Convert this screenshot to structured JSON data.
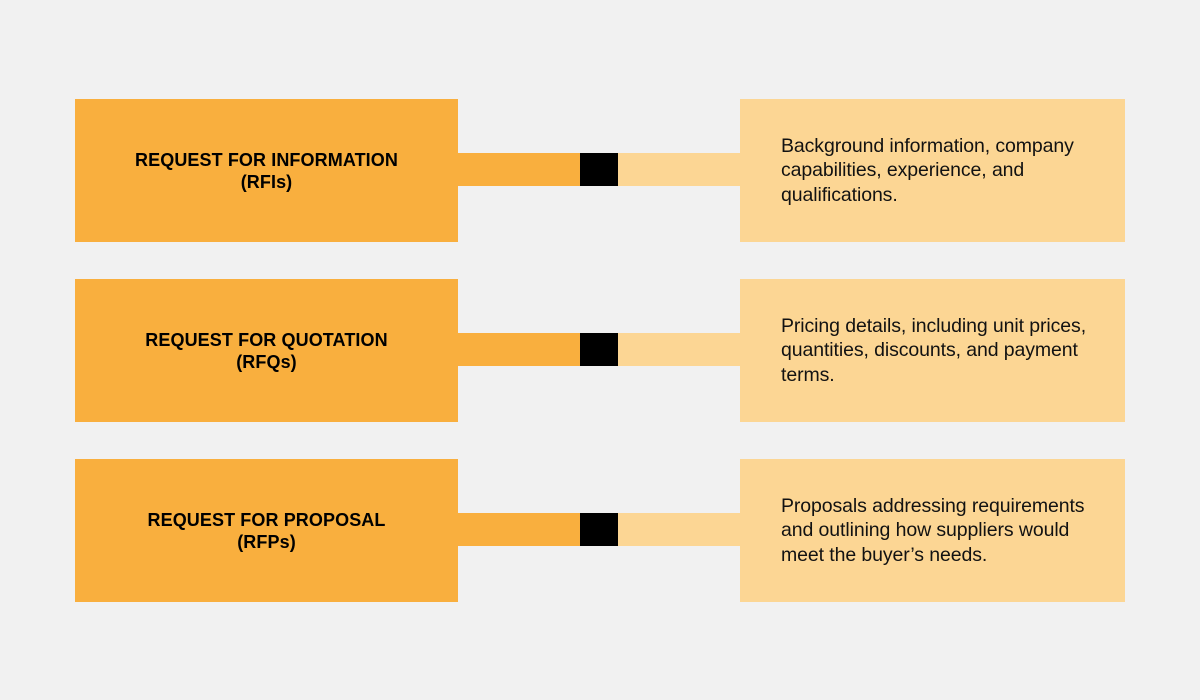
{
  "page": {
    "background_color": "#f1f1f1",
    "title_card_color": "#f9af3e",
    "description_card_color": "#fcd694",
    "node_color": "#000000",
    "text_color": "#000000"
  },
  "rows": [
    {
      "title": "REQUEST FOR INFORMATION\n(RFIs)",
      "title_main": "REQUEST FOR INFORMATION",
      "title_abbr": "(RFIs)",
      "description": "Background information, company capabilities, experience, and qualifications."
    },
    {
      "title": "REQUEST FOR QUOTATION\n(RFQs)",
      "title_main": "REQUEST FOR QUOTATION",
      "title_abbr": "(RFQs)",
      "description": "Pricing details, including unit prices, quantities, discounts, and payment terms."
    },
    {
      "title": "REQUEST FOR PROPOSAL\n(RFPs)",
      "title_main": "REQUEST FOR PROPOSAL",
      "title_abbr": "(RFPs)",
      "description": "Proposals addressing requirements and outlining how suppliers would meet the buyer’s needs."
    }
  ]
}
